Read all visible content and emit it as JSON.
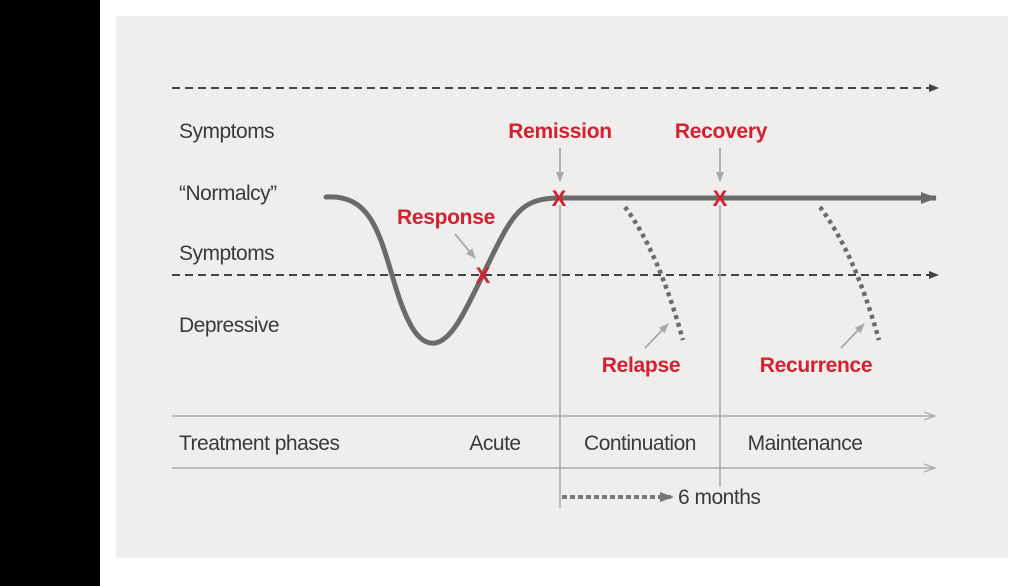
{
  "labels": {
    "symptoms_top": "Symptoms",
    "normalcy": "“Normalcy”",
    "symptoms_mid": "Symptoms",
    "depressive": "Depressive",
    "treatment_phases": "Treatment phases",
    "acute": "Acute",
    "continuation": "Continuation",
    "maintenance": "Maintenance",
    "six_months": "6 months"
  },
  "events": {
    "response": "Response",
    "remission": "Remission",
    "recovery": "Recovery",
    "relapse": "Relapse",
    "recurrence": "Recurrence",
    "marker": "X"
  },
  "colors": {
    "accent_red": "#d4202f",
    "curve": "#6b6b6b",
    "panel_bg": "#efeeec",
    "text": "#3a3a3a"
  }
}
